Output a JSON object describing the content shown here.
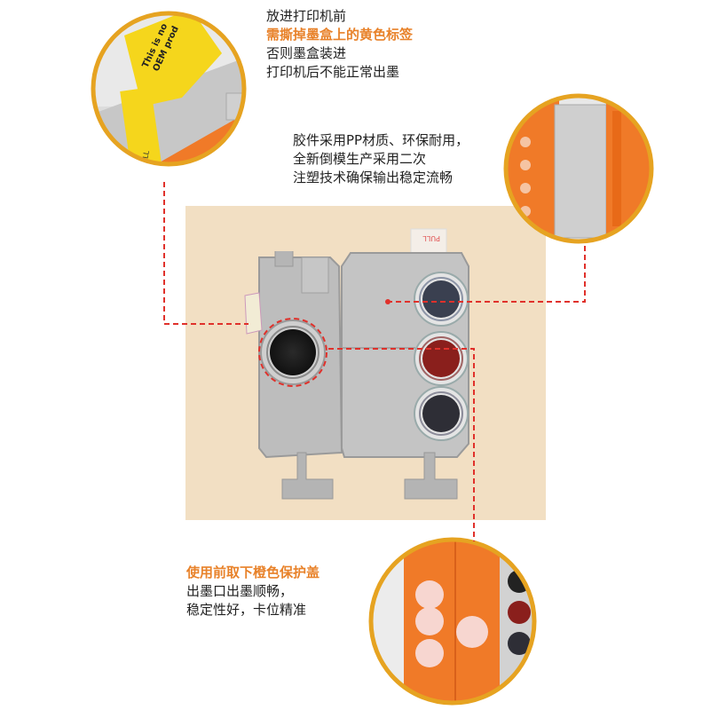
{
  "callouts": {
    "top": {
      "line1": "放进打印机前",
      "line2": "需撕掉墨盒上的黄色标签",
      "line3": "否则墨盒装进",
      "line4": "打印机后不能正常出墨"
    },
    "right": {
      "line1": "胶件采用PP材质、环保耐用，",
      "line2": "全新倒模生产采用二次",
      "line3": "注塑技术确保输出稳定流畅"
    },
    "bottom": {
      "line1": "使用前取下橙色保护盖",
      "line2": "出墨口出墨顺畅，",
      "line3": "稳定性好，卡位精准"
    }
  },
  "label_texts": {
    "oem_line1": "This is no",
    "oem_line2": "OEM prod",
    "pull": "PULL"
  },
  "colors": {
    "accent": "#e8822a",
    "dashed_line": "#e0312b",
    "panel_bg": "#f2dfc3",
    "cartridge_gray": "#bfbfbf",
    "orange_cap": "#f07a28",
    "yellow_label": "#f5d61c",
    "gold_ring": "#e6a321"
  }
}
